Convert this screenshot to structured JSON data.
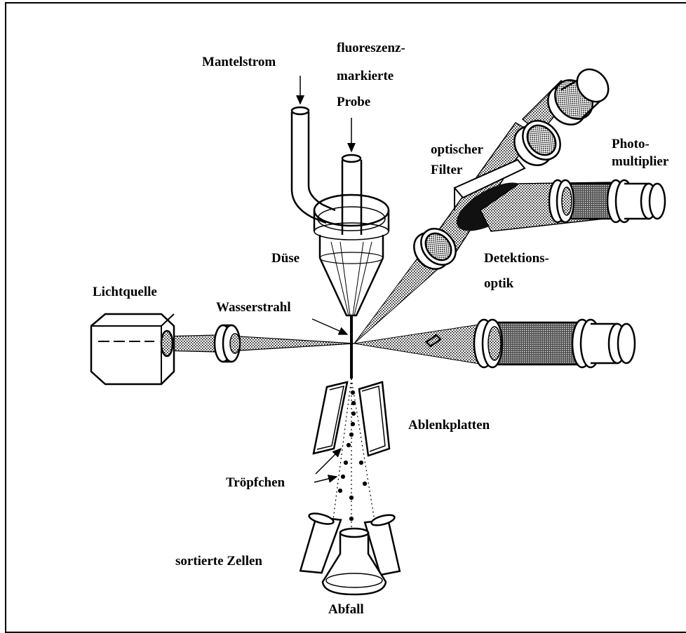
{
  "labels": {
    "mantelstrom": "Mantelstrom",
    "probe_line1": "fluoreszenz-",
    "probe_line2": "markierte",
    "probe_line3": "Probe",
    "filter_line1": "optischer",
    "filter_line2": "Filter",
    "pmt_line1": "Photo-",
    "pmt_line2": "multiplier",
    "duese": "Düse",
    "detektion_line1": "Detektions-",
    "detektion_line2": "optik",
    "lichtquelle": "Lichtquelle",
    "wasserstrahl": "Wasserstrahl",
    "ablenkplatten": "Ablenkplatten",
    "troepfchen": "Tröpfchen",
    "sortierte_zellen": "sortierte Zellen",
    "abfall": "Abfall"
  }
}
